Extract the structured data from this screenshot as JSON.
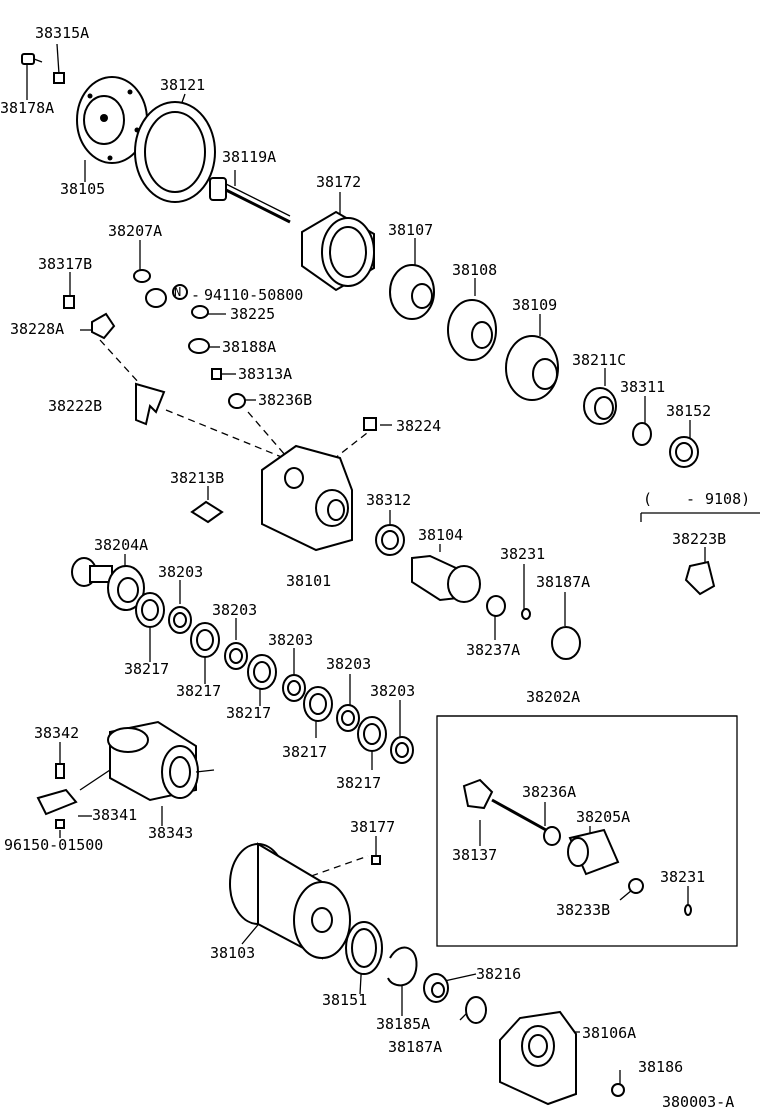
{
  "labels": {
    "p38315A": "38315A",
    "p38178A": "38178A",
    "p38121": "38121",
    "p38105": "38105",
    "p38119A": "38119A",
    "p38172": "38172",
    "p38207A": "38207A",
    "p38317B": "38317B",
    "p94110": "94110-50800",
    "p38225": "38225",
    "p38228A": "38228A",
    "p38188A": "38188A",
    "p38313A": "38313A",
    "p38222B": "38222B",
    "p38236B": "38236B",
    "p38107": "38107",
    "p38108": "38108",
    "p38109": "38109",
    "p38211C": "38211C",
    "p38311": "38311",
    "p38152": "38152",
    "p38224": "38224",
    "p38213B": "38213B",
    "p38312": "38312",
    "p9108": "9108)",
    "p38223B": "38223B",
    "p38101": "38101",
    "p38104": "38104",
    "p38231a": "38231",
    "p38187Aa": "38187A",
    "p38204A": "38204A",
    "p38203a": "38203",
    "p38203b": "38203",
    "p38203c": "38203",
    "p38203d": "38203",
    "p38203e": "38203",
    "p38237A": "38237A",
    "p38217a": "38217",
    "p38217b": "38217",
    "p38217c": "38217",
    "p38217d": "38217",
    "p38217e": "38217",
    "p38202A": "38202A",
    "p38342": "38342",
    "p38341": "38341",
    "p38343": "38343",
    "p96150": "96150-01500",
    "p38236A": "38236A",
    "p38205A": "38205A",
    "p38137": "38137",
    "p38177": "38177",
    "p38231b": "38231",
    "p38233B": "38233B",
    "p38103": "38103",
    "p38216": "38216",
    "p38151": "38151",
    "p38185A": "38185A",
    "p38106A": "38106A",
    "p38187Ab": "38187A",
    "p38186": "38186",
    "figure_id": "380003-A"
  },
  "symbols": {
    "n_mark": "N",
    "paren_open": "(",
    "dash_mark": "-"
  }
}
